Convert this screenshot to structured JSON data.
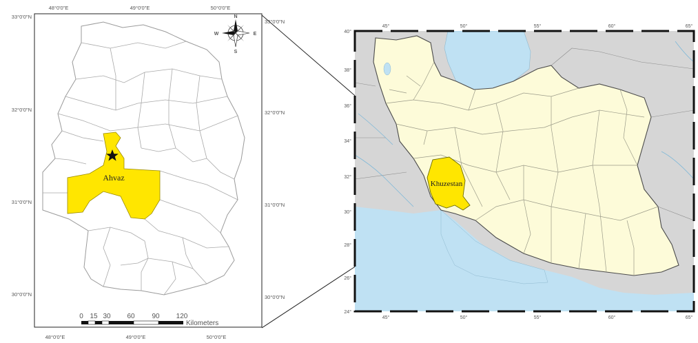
{
  "left_map": {
    "top_labels": [
      "48°0'0\"E",
      "49°0'0\"E",
      "50°0'0\"E"
    ],
    "bottom_labels": [
      "48°0'0\"E",
      "49°0'0\"E",
      "50°0'0\"E"
    ],
    "left_labels": [
      "33°0'0\"N",
      "32°0'0\"N",
      "31°0'0\"N",
      "30°0'0\"N"
    ],
    "right_labels": [
      "33°0'0\"N",
      "32°0'0\"N",
      "31°0'0\"N",
      "30°0'0\"N"
    ],
    "highlight_label": "Ahvaz",
    "highlight_color": "#ffe600",
    "compass": {
      "n": "N",
      "s": "S",
      "e": "E",
      "w": "W"
    },
    "scale_ticks": [
      "0",
      "15",
      "30",
      "60",
      "90",
      "120"
    ],
    "scale_unit": "Kilometers"
  },
  "right_map": {
    "top_labels": [
      "45°",
      "50°",
      "55°",
      "60°",
      "65°"
    ],
    "bottom_labels": [
      "45°",
      "50°",
      "55°",
      "60°",
      "65°"
    ],
    "left_labels": [
      "40°",
      "38°",
      "36°",
      "34°",
      "32°",
      "30°",
      "28°",
      "26°",
      "24°"
    ],
    "highlight_label": "Khuzestan",
    "highlight_color": "#ffe600",
    "land_color": "#fdfbd9",
    "water_color": "#bfe1f3",
    "neighbor_color": "#d6d6d6"
  }
}
